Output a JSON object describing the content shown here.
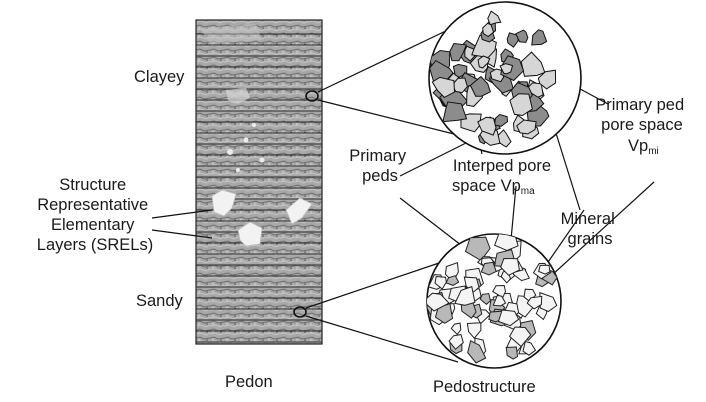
{
  "labels": {
    "clayey": "Clayey",
    "sandy": "Sandy",
    "pedon": "Pedon",
    "pedostructure": "Pedostructure",
    "srels": [
      "Structure",
      "Representative",
      "Elementary",
      "Layers (SRELs)"
    ],
    "primary_peds": [
      "Primary",
      "peds"
    ],
    "interped_pore_space": {
      "line1": "Interped pore",
      "line2_main": "space Vp",
      "line2_sub": "ma"
    },
    "mineral_grains": [
      "Mineral",
      "grains"
    ],
    "primary_ped_pore_space": {
      "line1": "Primary ped",
      "line2": "pore space",
      "line3_main": "Vp",
      "line3_sub": "mi"
    }
  },
  "colors": {
    "ink": "#1a1a1a",
    "background": "#ffffff",
    "column_texture": "#9a9a9a",
    "grain_fill": "#d8d8d8"
  }
}
